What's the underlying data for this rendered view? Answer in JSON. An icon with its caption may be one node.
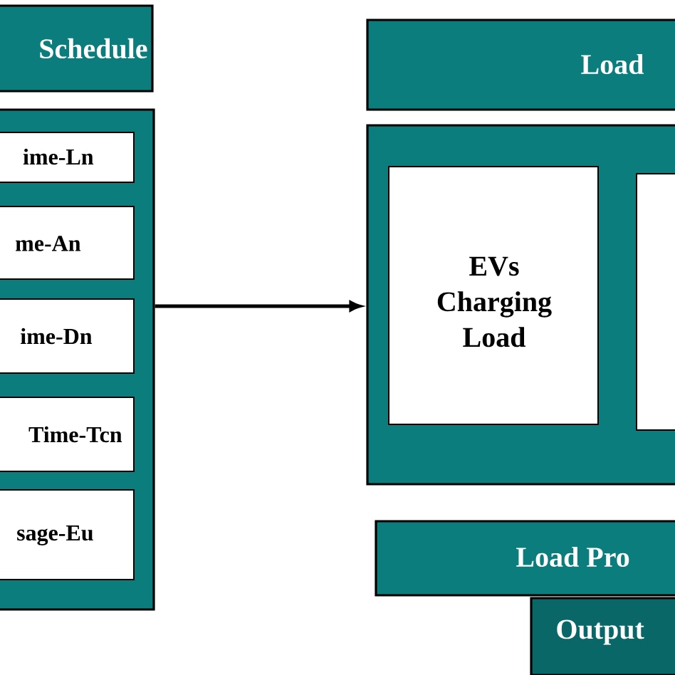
{
  "diagram": {
    "nodes": [
      {
        "text": [
          "Schedule"
        ]
      },
      {
        "text": [],
        "shape": "box"
      },
      {
        "text": [
          "ime-Ln"
        ],
        "in": 1
      },
      {
        "text": [
          "me-An"
        ],
        "in": 1
      },
      {
        "text": [
          "ime-Dn"
        ],
        "in": 1
      },
      {
        "text": [
          "Time-Tcn"
        ],
        "in": 1
      },
      {
        "text": [
          "sage-Eu"
        ],
        "in": 1
      },
      {
        "text": [
          "Load"
        ]
      },
      {
        "text": [],
        "shape": "box"
      },
      {
        "text": [
          "EVs Charging Load"
        ],
        "in": 8
      },
      {
        "text": [],
        "shape": "box",
        "in": 8
      },
      {
        "text": [
          "Load Pro"
        ]
      },
      {
        "text": [
          "Output"
        ]
      }
    ],
    "edges": [
      {
        "from": 1,
        "to": 8,
        "arrow": "to"
      }
    ]
  }
}
